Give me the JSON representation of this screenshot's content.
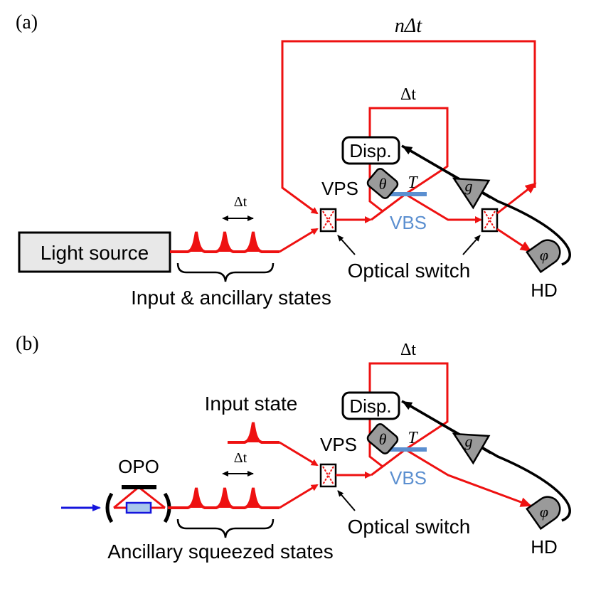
{
  "panel_a": {
    "tag": "(a)",
    "light_source": "Light source",
    "pulse_spacing": "Δt",
    "states_label": "Input & ancillary states",
    "long_loop_label": "nΔt",
    "short_loop_label": "Δt",
    "disp": "Disp.",
    "vps": "VPS",
    "theta": "θ",
    "t_label": "T",
    "vbs": "VBS",
    "gain": "g",
    "phi": "φ",
    "optical_switch": "Optical switch",
    "hd": "HD"
  },
  "panel_b": {
    "tag": "(b)",
    "input_state": "Input state",
    "opo": "OPO",
    "pulse_spacing": "Δt",
    "states_label": "Ancillary squeezed states",
    "short_loop_label": "Δt",
    "disp": "Disp.",
    "vps": "VPS",
    "theta": "θ",
    "t_label": "T",
    "vbs": "VBS",
    "gain": "g",
    "phi": "φ",
    "optical_switch": "Optical switch",
    "hd": "HD"
  },
  "colors": {
    "beam": "#ee1111",
    "pump": "#1515dd",
    "beam_splitter": "#5b8fd0",
    "box_fill": "#e8e8e8",
    "element_fill": "#9a9a9a"
  }
}
